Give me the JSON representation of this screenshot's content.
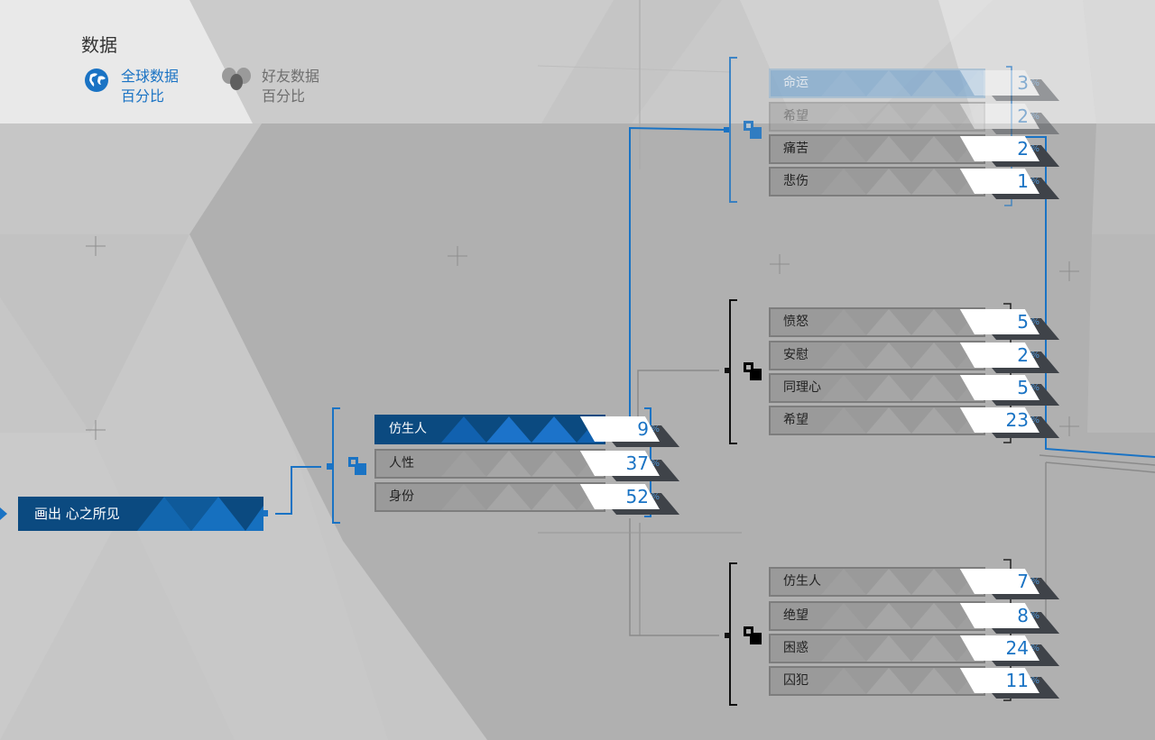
{
  "header": {
    "title": "数据",
    "modes": [
      {
        "label": "全球数据",
        "sub": "百分比",
        "icon": "globe-icon",
        "active": true
      },
      {
        "label": "好友数据",
        "sub": "百分比",
        "icon": "friends-icon",
        "active": false
      }
    ]
  },
  "colors": {
    "accent": "#1a73c4",
    "active_node": "#0b4a80",
    "node_bg": "#9a9a9a",
    "background": "#b0b0b0"
  },
  "root": {
    "label": "画出 心之所见"
  },
  "level1": {
    "items": [
      {
        "label": "仿生人",
        "percent": "9",
        "active": true
      },
      {
        "label": "人性",
        "percent": "37",
        "active": false
      },
      {
        "label": "身份",
        "percent": "52",
        "active": false
      }
    ]
  },
  "groups": [
    {
      "items": [
        {
          "label": "命运",
          "percent": "3",
          "state": "faded-active"
        },
        {
          "label": "希望",
          "percent": "2",
          "state": "faded"
        },
        {
          "label": "痛苦",
          "percent": "2",
          "state": "normal"
        },
        {
          "label": "悲伤",
          "percent": "1",
          "state": "normal"
        }
      ]
    },
    {
      "items": [
        {
          "label": "愤怒",
          "percent": "5",
          "state": "normal"
        },
        {
          "label": "安慰",
          "percent": "2",
          "state": "normal"
        },
        {
          "label": "同理心",
          "percent": "5",
          "state": "normal"
        },
        {
          "label": "希望",
          "percent": "23",
          "state": "normal"
        }
      ]
    },
    {
      "items": [
        {
          "label": "仿生人",
          "percent": "7",
          "state": "normal"
        },
        {
          "label": "绝望",
          "percent": "8",
          "state": "normal"
        },
        {
          "label": "困惑",
          "percent": "24",
          "state": "normal"
        },
        {
          "label": "囚犯",
          "percent": "11",
          "state": "normal"
        }
      ]
    }
  ],
  "percent_sign": "%"
}
